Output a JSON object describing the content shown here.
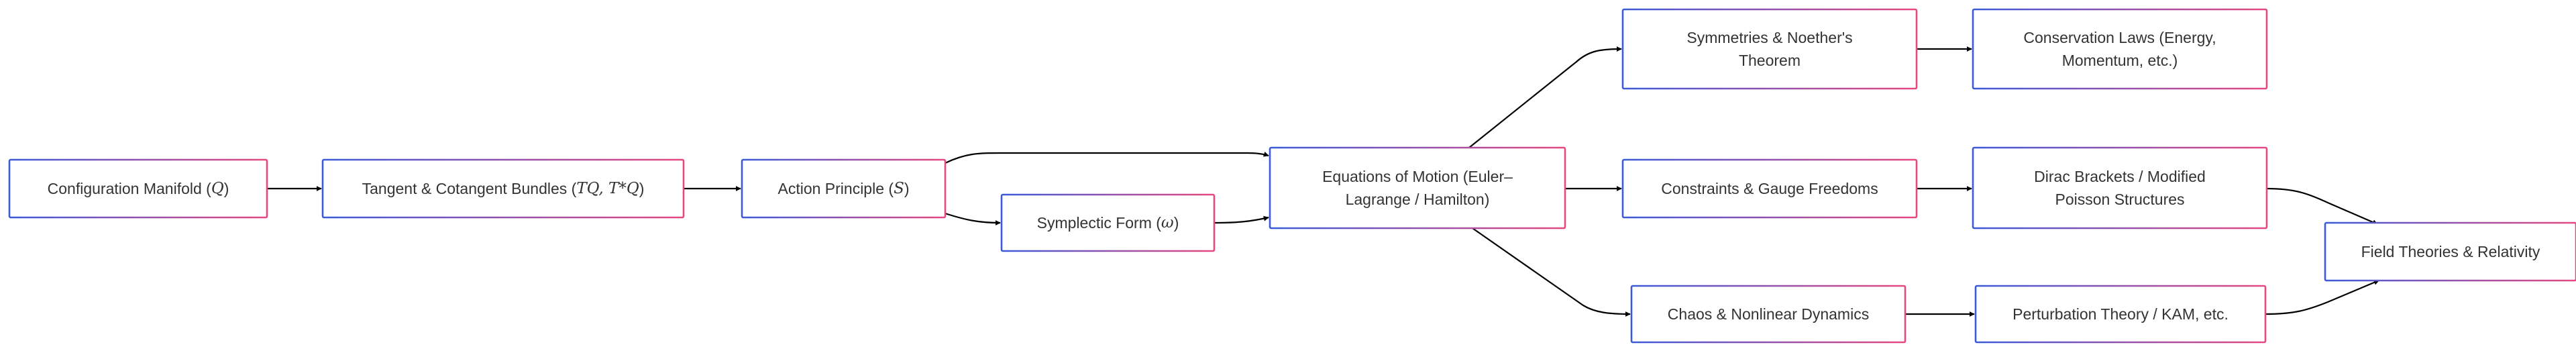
{
  "colors": {
    "border_blue": "#3b5bdb",
    "border_pink": "#e64980",
    "text": "#333333",
    "edge": "#000000"
  },
  "nodes": [
    {
      "id": "config",
      "lines": [
        [
          {
            "t": "Configuration Manifold ("
          },
          {
            "t": "Q",
            "math": true
          },
          {
            "t": ")"
          }
        ]
      ]
    },
    {
      "id": "tangent",
      "lines": [
        [
          {
            "t": "Tangent & Cotangent Bundles ("
          },
          {
            "t": "TQ, T*Q",
            "math": true
          },
          {
            "t": ")"
          }
        ]
      ]
    },
    {
      "id": "action",
      "lines": [
        [
          {
            "t": "Action Principle ("
          },
          {
            "t": "S",
            "math": true
          },
          {
            "t": ")"
          }
        ]
      ]
    },
    {
      "id": "symplectic",
      "lines": [
        [
          {
            "t": "Symplectic Form ("
          },
          {
            "t": "ω",
            "math": true
          },
          {
            "t": ")"
          }
        ]
      ]
    },
    {
      "id": "eom",
      "lines": [
        [
          {
            "t": "Equations of Motion (Euler–"
          }
        ],
        [
          {
            "t": "Lagrange / Hamilton)"
          }
        ]
      ]
    },
    {
      "id": "symmetries",
      "lines": [
        [
          {
            "t": "Symmetries & Noether's"
          }
        ],
        [
          {
            "t": "Theorem"
          }
        ]
      ]
    },
    {
      "id": "conservation",
      "lines": [
        [
          {
            "t": "Conservation Laws (Energy,"
          }
        ],
        [
          {
            "t": "Momentum, etc.)"
          }
        ]
      ]
    },
    {
      "id": "constraints",
      "lines": [
        [
          {
            "t": "Constraints & Gauge Freedoms"
          }
        ]
      ]
    },
    {
      "id": "dirac",
      "lines": [
        [
          {
            "t": "Dirac Brackets / Modified"
          }
        ],
        [
          {
            "t": "Poisson Structures"
          }
        ]
      ]
    },
    {
      "id": "chaos",
      "lines": [
        [
          {
            "t": "Chaos & Nonlinear Dynamics"
          }
        ]
      ]
    },
    {
      "id": "perturbation",
      "lines": [
        [
          {
            "t": "Perturbation Theory / KAM, etc."
          }
        ]
      ]
    },
    {
      "id": "field",
      "lines": [
        [
          {
            "t": "Field Theories & Relativity"
          }
        ]
      ]
    }
  ],
  "edges": [
    {
      "from": "config",
      "to": "tangent"
    },
    {
      "from": "tangent",
      "to": "action"
    },
    {
      "from": "action",
      "to": "eom"
    },
    {
      "from": "action",
      "to": "symplectic"
    },
    {
      "from": "symplectic",
      "to": "eom"
    },
    {
      "from": "eom",
      "to": "symmetries"
    },
    {
      "from": "symmetries",
      "to": "conservation"
    },
    {
      "from": "eom",
      "to": "constraints"
    },
    {
      "from": "constraints",
      "to": "dirac"
    },
    {
      "from": "eom",
      "to": "chaos"
    },
    {
      "from": "chaos",
      "to": "perturbation"
    },
    {
      "from": "dirac",
      "to": "field"
    },
    {
      "from": "perturbation",
      "to": "field"
    }
  ]
}
